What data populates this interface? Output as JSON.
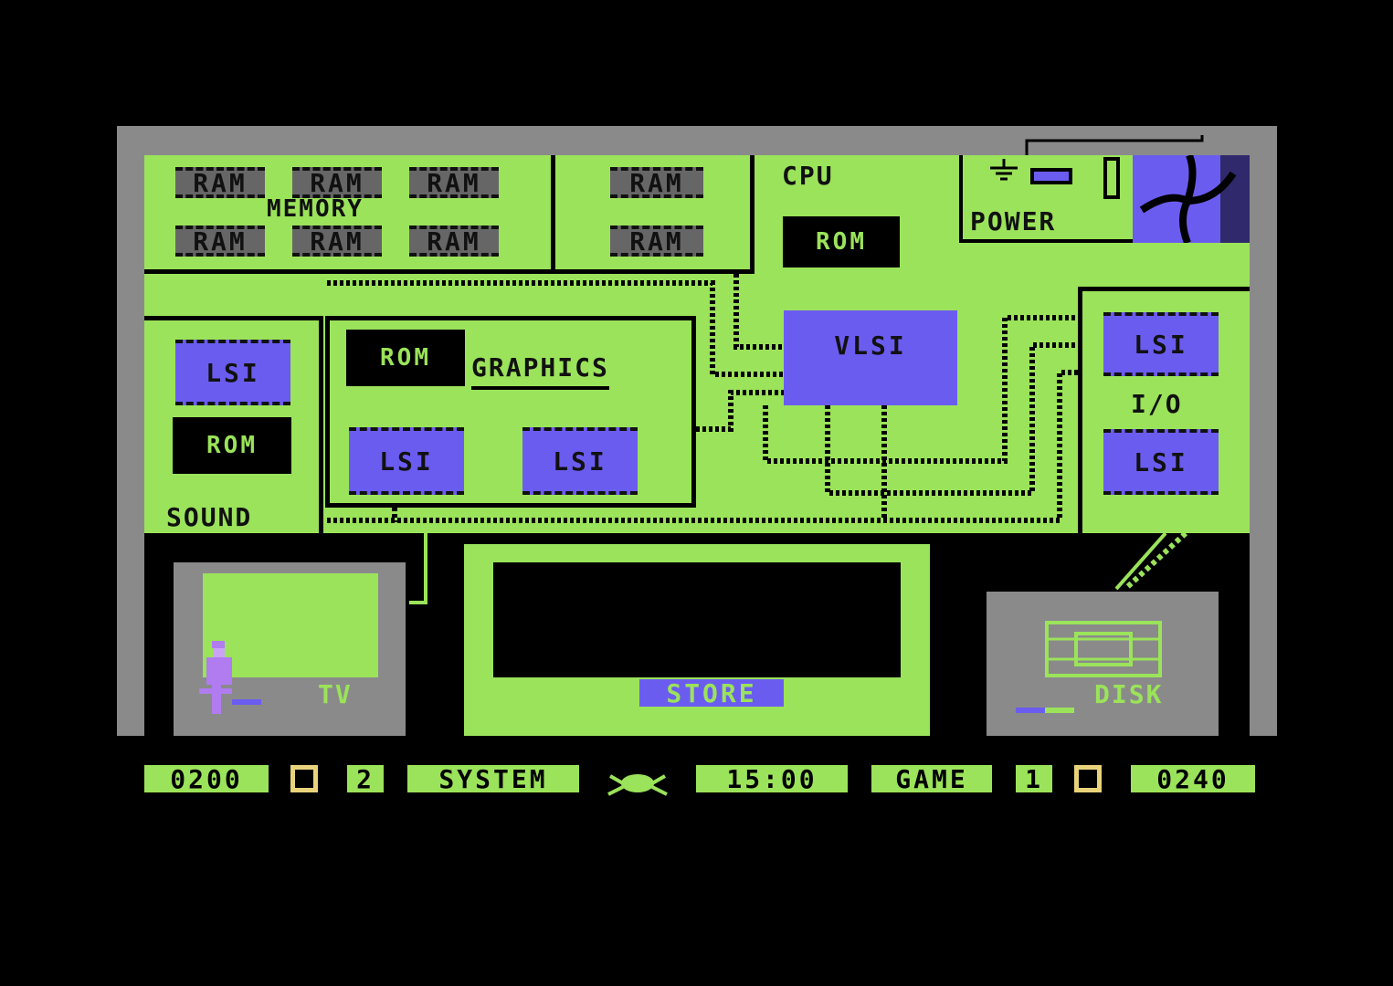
{
  "board": {
    "memory": {
      "label": "MEMORY",
      "chips": [
        "RAM",
        "RAM",
        "RAM",
        "RAM",
        "RAM",
        "RAM"
      ]
    },
    "extra_ram": [
      "RAM",
      "RAM"
    ],
    "cpu": {
      "label": "CPU",
      "rom": "ROM"
    },
    "power": {
      "label": "POWER"
    },
    "vlsi": "VLSI",
    "sound": {
      "label": "SOUND",
      "lsi": "LSI",
      "rom": "ROM"
    },
    "graphics": {
      "label": "GRAPHICS",
      "rom": "ROM",
      "lsi": [
        "LSI",
        "LSI"
      ]
    },
    "io": {
      "label": "I/O",
      "lsi": [
        "LSI",
        "LSI"
      ]
    }
  },
  "peripherals": {
    "tv": {
      "label": "TV"
    },
    "store": {
      "label": "STORE"
    },
    "disk": {
      "label": "DISK"
    }
  },
  "hud": {
    "score_left": "0200",
    "lives": "2",
    "mode": "SYSTEM",
    "time": "15:00",
    "game_label": "GAME",
    "game_number": "1",
    "score_right": "0240"
  },
  "colors": {
    "board_green": "#9be35a",
    "chip_purple": "#6b5cf0",
    "frame_grey": "#8a8a8a",
    "hud_yellow": "#e9d37a"
  }
}
